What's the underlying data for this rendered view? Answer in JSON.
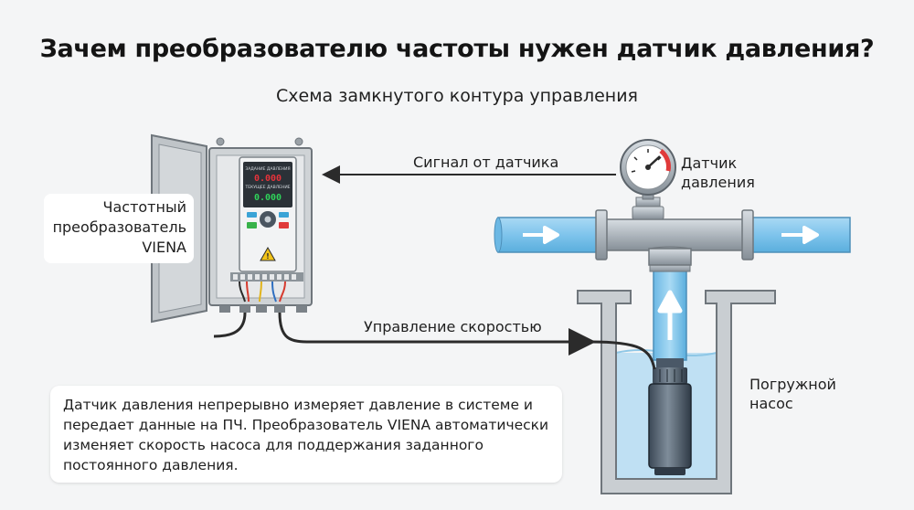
{
  "title": "Зачем преобразователю частоты нужен датчик давления?",
  "subtitle": "Схема замкнутого контура управления",
  "vfd": {
    "label_lines": [
      "Частотный",
      "преобразователь",
      "VIENA"
    ],
    "display_top_label": "ЗАДАНИЕ ДАВЛЕНИЯ",
    "display_top_value": "0.000",
    "display_bottom_label": "ТЕКУЩЕЕ ДАВЛЕНИЕ",
    "display_bottom_value": "0.000"
  },
  "sensor": {
    "label_lines": [
      "Датчик",
      "давления"
    ]
  },
  "pump": {
    "label_lines": [
      "Погружной",
      "насос"
    ]
  },
  "signal_label": "Сигнал от датчика",
  "control_label": "Управление скоростью",
  "info_text": "Датчик давления непрерывно измеряет давление в системе и передает данные на ПЧ. Преобразователь VIENA автоматически изменяет скорость насоса для поддержания заданного постоянного давления.",
  "colors": {
    "water": "#bfe0f3",
    "pipe": "#8ecbee",
    "lcd_top": "#e8323a",
    "lcd_bottom": "#2fd35a",
    "background": "#f4f5f6"
  }
}
